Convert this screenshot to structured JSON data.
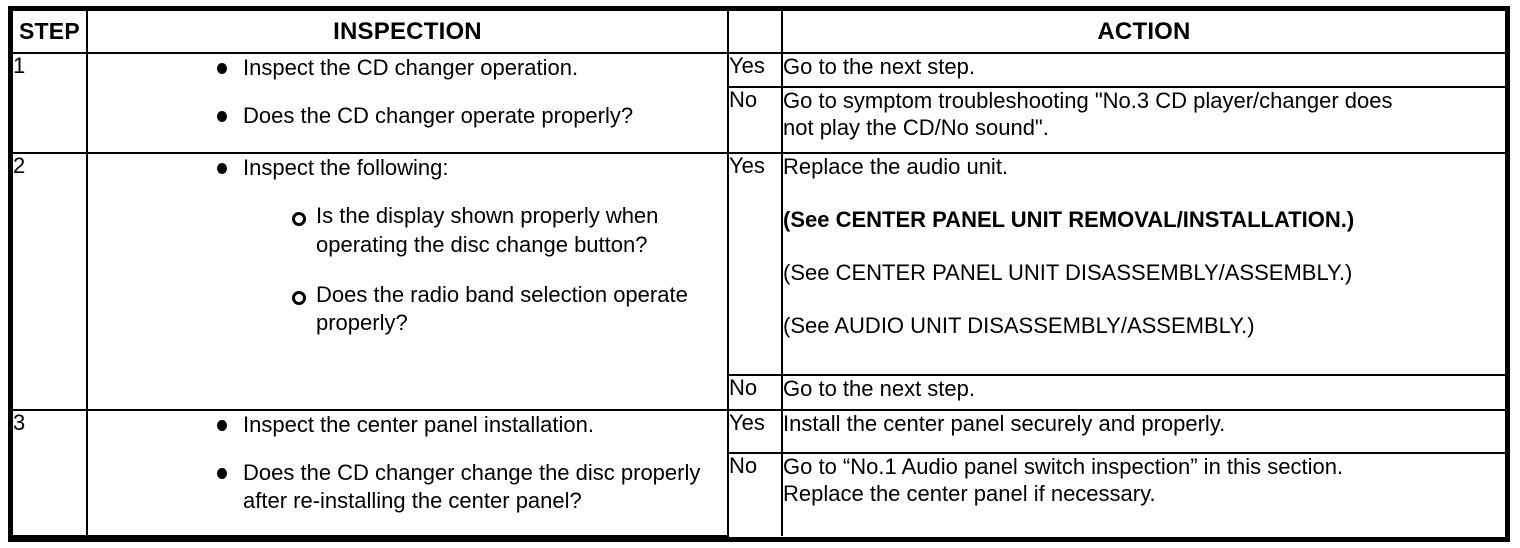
{
  "table": {
    "headers": {
      "step": "STEP",
      "inspection": "INSPECTION",
      "action": "ACTION"
    },
    "rows": [
      {
        "step": "1",
        "inspection": {
          "bullets": [
            {
              "text": "Inspect the CD changer operation."
            },
            {
              "text": "Does the CD changer operate properly?"
            }
          ]
        },
        "results": [
          {
            "label": "Yes",
            "lines": [
              "Go to the next step."
            ]
          },
          {
            "label": "No",
            "lines": [
              "Go to symptom troubleshooting \"No.3 CD player/changer does",
              "not play the CD/No sound\"."
            ]
          }
        ]
      },
      {
        "step": "2",
        "inspection": {
          "bullets": [
            {
              "text": "Inspect the following:"
            }
          ],
          "subbullets": [
            {
              "line1": "Is the display shown properly when",
              "line2": "operating the disc change button?"
            },
            {
              "line1": "Does the radio band selection operate",
              "line2": "properly?"
            }
          ]
        },
        "results": [
          {
            "label": "Yes",
            "lines": [
              "Replace the audio unit.",
              "(See CENTER PANEL UNIT REMOVAL/INSTALLATION.)",
              "(See CENTER PANEL UNIT DISASSEMBLY/ASSEMBLY.)",
              "(See AUDIO UNIT DISASSEMBLY/ASSEMBLY.)"
            ]
          },
          {
            "label": "No",
            "lines": [
              "Go to the next step."
            ]
          }
        ]
      },
      {
        "step": "3",
        "inspection": {
          "bullets": [
            {
              "text": "Inspect the center panel installation."
            },
            {
              "line1": "Does the CD changer change the disc properly",
              "line2": "after re-installing the center panel?"
            }
          ]
        },
        "results": [
          {
            "label": "Yes",
            "lines": [
              "Install the center panel securely and properly."
            ]
          },
          {
            "label": "No",
            "lines": [
              "Go to “No.1 Audio panel switch inspection” in this section.",
              "Replace the center panel if necessary."
            ]
          }
        ]
      }
    ]
  },
  "style": {
    "ink": "#000000",
    "paper": "#ffffff"
  }
}
